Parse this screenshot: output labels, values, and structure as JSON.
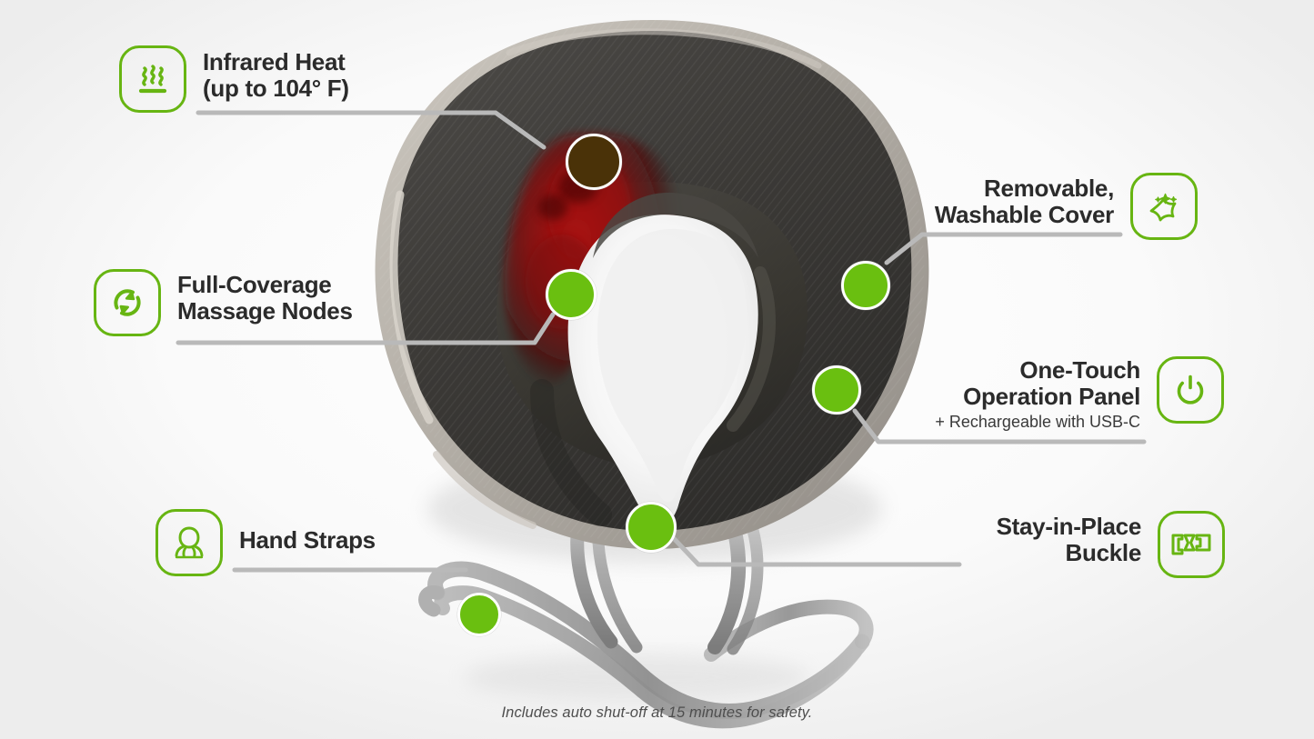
{
  "page": {
    "background_color": "#ffffff",
    "accent_color": "#67b512",
    "dot_color": "#6abf10",
    "line_color": "#b9b9b9",
    "heading_color": "#2b2b2b",
    "footnote": "Includes auto shut-off at 15 minutes for safety."
  },
  "product": {
    "name": "neck-massager-pillow",
    "shell_color": "#3b3a38",
    "rim_color": "#b9b4ac",
    "heat_glow_color": "#8e0d0d",
    "strap_color": "#9a9a9a",
    "buckle_color": "#2a2a2a"
  },
  "callouts": [
    {
      "id": "infrared-heat",
      "icon": "heat-waves-icon",
      "title": "Infrared Heat\n(up to 104° F)",
      "subtitle": "",
      "side": "left",
      "dot_color": "#4a3208"
    },
    {
      "id": "massage-nodes",
      "icon": "rotating-arrows-icon",
      "title": "Full-Coverage\nMassage Nodes",
      "subtitle": "",
      "side": "left",
      "dot_color": "#6abf10"
    },
    {
      "id": "washable-cover",
      "icon": "sparkle-cloth-icon",
      "title": "Removable,\nWashable Cover",
      "subtitle": "",
      "side": "right",
      "dot_color": "#6abf10"
    },
    {
      "id": "operation-panel",
      "icon": "power-button-icon",
      "title": "One-Touch\nOperation Panel",
      "subtitle": "+ Rechargeable with USB-C",
      "side": "right",
      "dot_color": "#6abf10"
    },
    {
      "id": "hand-straps",
      "icon": "person-with-straps-icon",
      "title": "Hand Straps",
      "subtitle": "",
      "side": "left",
      "dot_color": "#6abf10"
    },
    {
      "id": "stay-in-place-buckle",
      "icon": "buckle-icon",
      "title": "Stay-in-Place\nBuckle",
      "subtitle": "",
      "side": "right",
      "dot_color": "#6abf10"
    }
  ]
}
